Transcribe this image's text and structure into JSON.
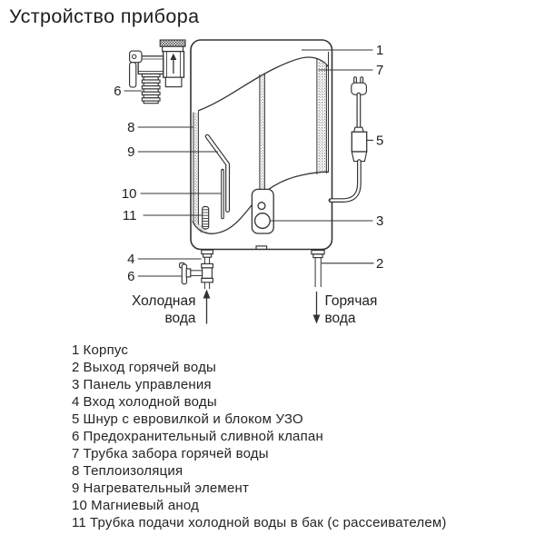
{
  "title": "Устройство прибора",
  "diagram": {
    "callouts": {
      "c1": "1",
      "c2": "2",
      "c3": "3",
      "c4": "4",
      "c5": "5",
      "c6_valve": "6",
      "c6_drain": "6",
      "c7": "7",
      "c8": "8",
      "c9": "9",
      "c10": "10",
      "c11": "11"
    },
    "flow": {
      "cold_l1": "Холодная",
      "cold_l2": "вода",
      "hot_l1": "Горячая",
      "hot_l2": "вода"
    }
  },
  "legend": {
    "items": [
      {
        "num": "1",
        "label": "Корпус"
      },
      {
        "num": "2",
        "label": "Выход горячей воды"
      },
      {
        "num": "3",
        "label": "Панель управления"
      },
      {
        "num": "4",
        "label": "Вход холодной воды"
      },
      {
        "num": "5",
        "label": "Шнур с евровилкой и блоком УЗО"
      },
      {
        "num": "6",
        "label": "Предохранительный сливной клапан"
      },
      {
        "num": "7",
        "label": "Трубка забора горячей воды"
      },
      {
        "num": "8",
        "label": "Теплоизоляция"
      },
      {
        "num": "9",
        "label": "Нагревательный элемент"
      },
      {
        "num": "10",
        "label": "Магниевый анод"
      },
      {
        "num": "11",
        "label": "Трубка подачи холодной воды в бак (с рассеивателем)"
      }
    ]
  },
  "colors": {
    "line": "#333333",
    "text": "#1f1f1f",
    "background": "#ffffff"
  }
}
